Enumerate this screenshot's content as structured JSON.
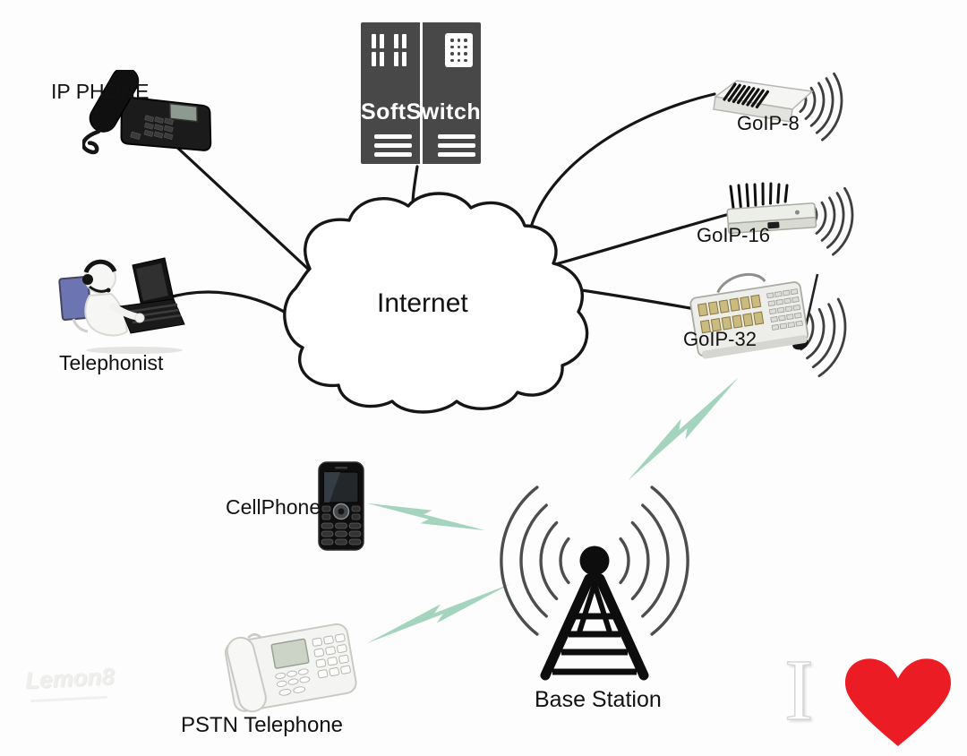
{
  "diagram": {
    "nodes": {
      "ip_phone": {
        "label": "IP PHONE",
        "type": "ip-desk-phone"
      },
      "softswitch": {
        "label": "SoftSwitch",
        "type": "server-cabinet"
      },
      "telephonist": {
        "label": "Telephonist",
        "type": "operator-with-headset"
      },
      "internet": {
        "label": "Internet",
        "type": "cloud"
      },
      "goip8": {
        "label": "GoIP-8",
        "type": "gsm-voip-gateway"
      },
      "goip16": {
        "label": "GoIP-16",
        "type": "gsm-voip-gateway"
      },
      "goip32": {
        "label": "GoIP-32",
        "type": "gsm-voip-gateway"
      },
      "base_station": {
        "label": "Base Station",
        "type": "antenna-tower"
      },
      "cellphone": {
        "label": "CellPhone",
        "type": "mobile-phone"
      },
      "pstn_telephone": {
        "label": "PSTN Telephone",
        "type": "desk-phone"
      }
    },
    "connections": [
      {
        "from": "IP PHONE",
        "to": "Internet",
        "style": "solid-line"
      },
      {
        "from": "SoftSwitch",
        "to": "Internet",
        "style": "solid-line"
      },
      {
        "from": "Telephonist",
        "to": "Internet",
        "style": "solid-line"
      },
      {
        "from": "Internet",
        "to": "GoIP-8",
        "style": "solid-line"
      },
      {
        "from": "Internet",
        "to": "GoIP-16",
        "style": "solid-line"
      },
      {
        "from": "Internet",
        "to": "GoIP-32",
        "style": "solid-line"
      },
      {
        "from": "GoIP-32",
        "to": "Base Station",
        "style": "lightning-bolt"
      },
      {
        "from": "Base Station",
        "to": "CellPhone",
        "style": "lightning-bolt"
      },
      {
        "from": "Base Station",
        "to": "PSTN Telephone",
        "style": "lightning-bolt"
      }
    ],
    "decor": {
      "i_text": "I",
      "heart_icon": "red-heart",
      "watermark": "Lemon8"
    },
    "colors": {
      "line": "#161616",
      "lightning_green": "#a5d4be",
      "heart_red": "#ec1c24",
      "softswitch_gray": "#484848"
    }
  }
}
